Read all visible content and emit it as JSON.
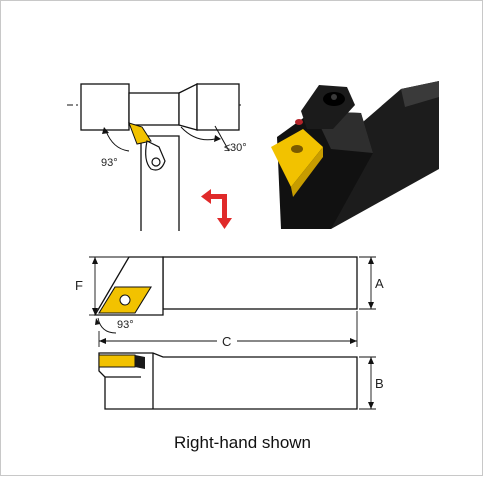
{
  "caption": "Right-hand shown",
  "labels": {
    "angle_top": "93°",
    "angle_approach": "≤30°",
    "angle_bottom": "93°",
    "dim_a": "A",
    "dim_b": "B",
    "dim_c": "C",
    "dim_f": "F"
  },
  "colors": {
    "insert": "#f2c200",
    "arrow": "#e02a2a",
    "line": "#111111",
    "holder_body": "#1a1a1a"
  }
}
